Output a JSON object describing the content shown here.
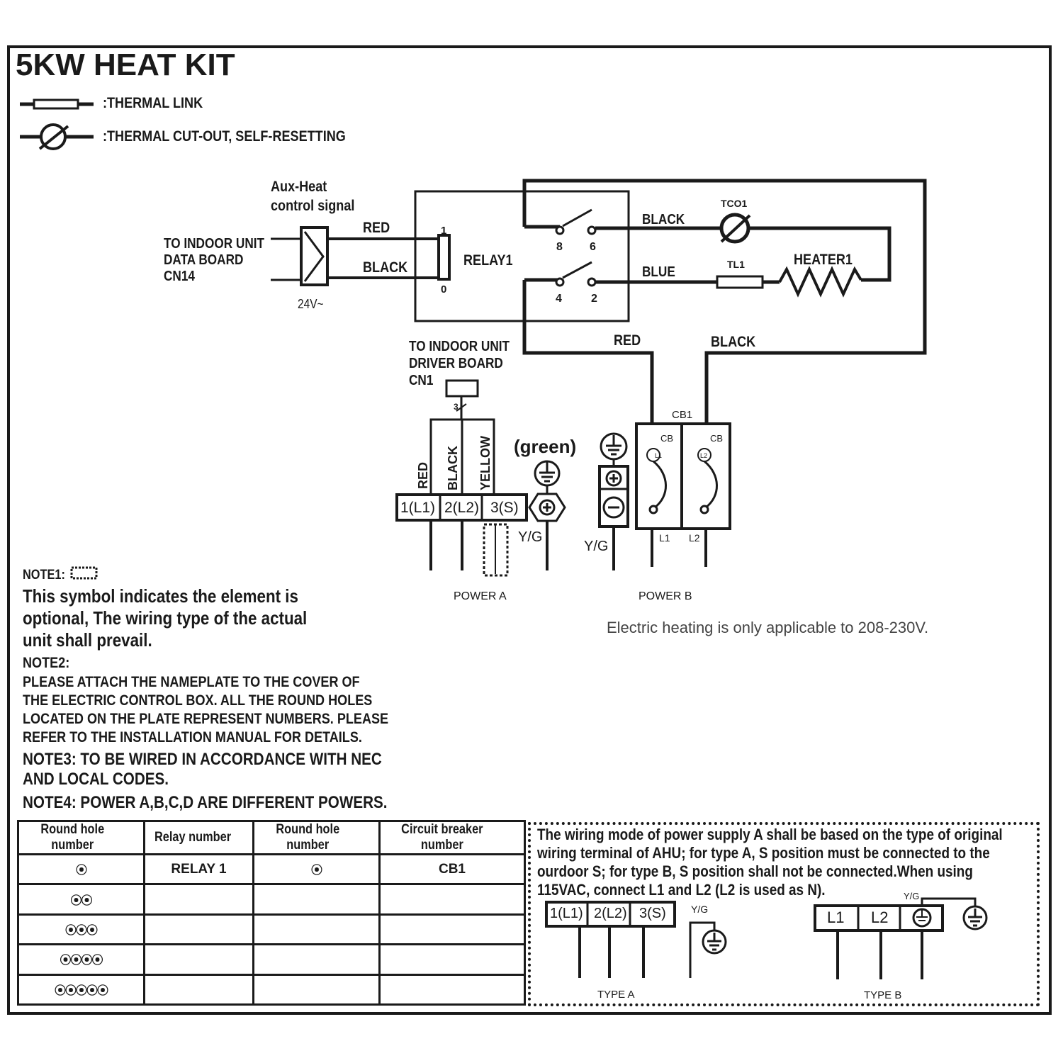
{
  "title": "5KW HEAT KIT",
  "legend": {
    "thermal_link": ":THERMAL LINK",
    "thermal_cutout": ":THERMAL CUT-OUT, SELF-RESETTING"
  },
  "control": {
    "aux_heat_line1": "Aux-Heat",
    "aux_heat_line2": "control signal",
    "indoor_line1": "TO INDOOR UNIT",
    "indoor_line2": "DATA BOARD",
    "indoor_line3": "CN14",
    "voltage": "24V~",
    "wire_red": "RED",
    "wire_black": "BLACK",
    "pin_1": "1",
    "pin_0": "0"
  },
  "relay": {
    "name": "RELAY1",
    "pin_8": "8",
    "pin_6": "6",
    "pin_4": "4",
    "pin_2": "2"
  },
  "heater_circuit": {
    "wire_black": "BLACK",
    "wire_blue": "BLUE",
    "tco": "TCO1",
    "tl": "TL1",
    "heater": "HEATER1",
    "wire_red_down": "RED",
    "wire_black_down": "BLACK"
  },
  "driver_board": {
    "line1": "TO INDOOR UNIT",
    "line2": "DRIVER BOARD",
    "line3": "CN1",
    "wire_count": "3"
  },
  "power_a": {
    "wires": [
      "RED",
      "BLACK",
      "YELLOW"
    ],
    "terminals": [
      "1(L1)",
      "2(L2)",
      "3(S)"
    ],
    "green_label": "(green)",
    "yg": "Y/G",
    "label": "POWER A"
  },
  "power_b": {
    "yg": "Y/G",
    "cb_group": "CB1",
    "cb": "CB",
    "l1_small": "L1",
    "l2_small": "L2",
    "l1": "L1",
    "l2": "L2",
    "label": "POWER B"
  },
  "voltage_note": "Electric heating is only applicable to 208-230V.",
  "notes": {
    "note1_head": "NOTE1:",
    "note1_lines": [
      "This symbol indicates the element is",
      "optional, The wiring type of the actual",
      "unit shall prevail."
    ],
    "note2_head": "NOTE2:",
    "note2_lines": [
      "PLEASE ATTACH THE NAMEPLATE TO THE COVER OF",
      "THE ELECTRIC CONTROL BOX. ALL THE ROUND HOLES",
      "LOCATED ON THE PLATE REPRESENT NUMBERS. PLEASE",
      "REFER TO THE INSTALLATION MANUAL FOR DETAILS."
    ],
    "note3_lines": [
      "NOTE3: TO BE WIRED IN ACCORDANCE WITH NEC",
      "AND LOCAL CODES."
    ],
    "note4": "NOTE4: POWER A,B,C,D ARE DIFFERENT POWERS."
  },
  "table": {
    "headers": [
      "Round hole number",
      "Relay  number",
      "Round hole number",
      "Circuit breaker number"
    ],
    "rows": [
      {
        "holes": 1,
        "relay": "RELAY 1",
        "holes2": 1,
        "cb": "CB1"
      },
      {
        "holes": 2,
        "relay": "",
        "holes2": 0,
        "cb": ""
      },
      {
        "holes": 3,
        "relay": "",
        "holes2": 0,
        "cb": ""
      },
      {
        "holes": 4,
        "relay": "",
        "holes2": 0,
        "cb": ""
      },
      {
        "holes": 5,
        "relay": "",
        "holes2": 0,
        "cb": ""
      }
    ]
  },
  "wiring_mode": {
    "lines": [
      "The wiring mode of power supply A shall be based on the type of original",
      "wiring terminal of AHU; for type A, S position must be connected to the",
      "ourdoor S; for type B, S position shall not be connected.When using",
      "115VAC, connect  L1 and L2 (L2 is used as N)."
    ],
    "type_a_terminals": [
      "1(L1)",
      "2(L2)",
      "3(S)"
    ],
    "type_a_yg": "Y/G",
    "type_a_label": "TYPE A",
    "type_b_terminals": [
      "L1",
      "L2"
    ],
    "type_b_yg": "Y/G",
    "type_b_label": "TYPE B"
  }
}
